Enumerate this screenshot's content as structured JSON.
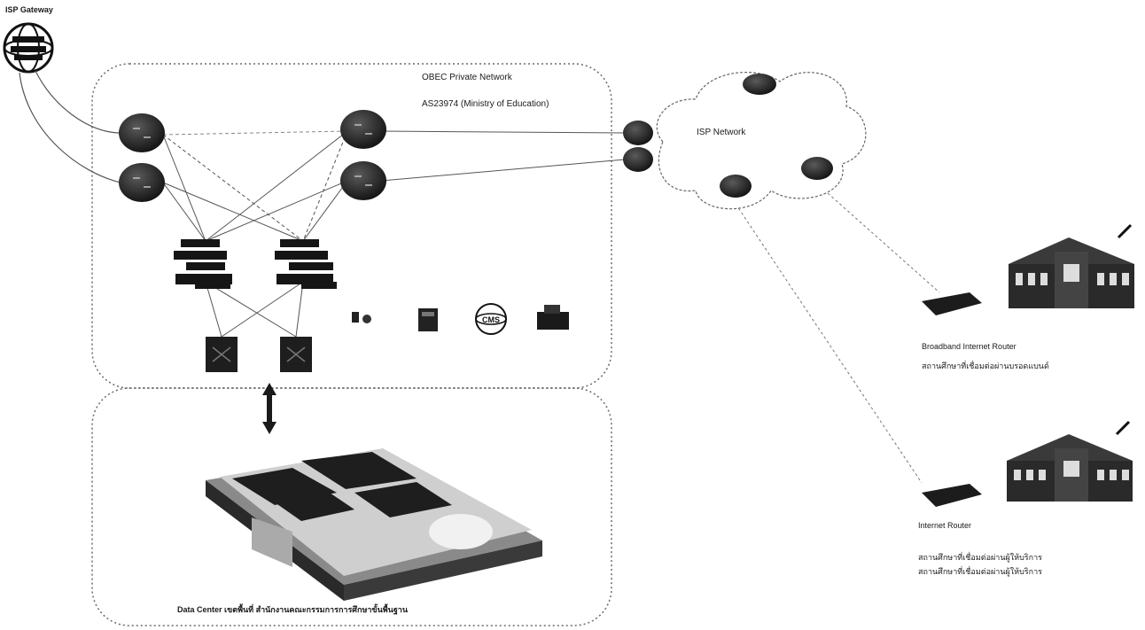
{
  "labels": {
    "isp_gateway": "ISP Gateway",
    "obec_network": "OBEC Private Network",
    "as_number": "AS23974 (Ministry of Education)",
    "isp_network": "ISP Network",
    "broadband_router": "Broadband Internet Router",
    "school_top_caption": "สถานศึกษาที่เชื่อมต่อผ่านบรอดแบนด์",
    "internet_router": "Internet Router",
    "school_bottom_caption_1": "สถานศึกษาที่เชื่อมต่อผ่านผู้ให้บริการ",
    "school_bottom_caption_2": "สถานศึกษาที่เชื่อมต่อผ่านผู้ให้บริการ",
    "data_center": "Data Center เขตพื้นที่ สำนักงานคณะกรรมการการศึกษาขั้นพื้นฐาน",
    "cms_badge": "CMS"
  },
  "colors": {
    "device": "#1f1f1f",
    "line": "#555555",
    "border": "#6a6a6a"
  }
}
